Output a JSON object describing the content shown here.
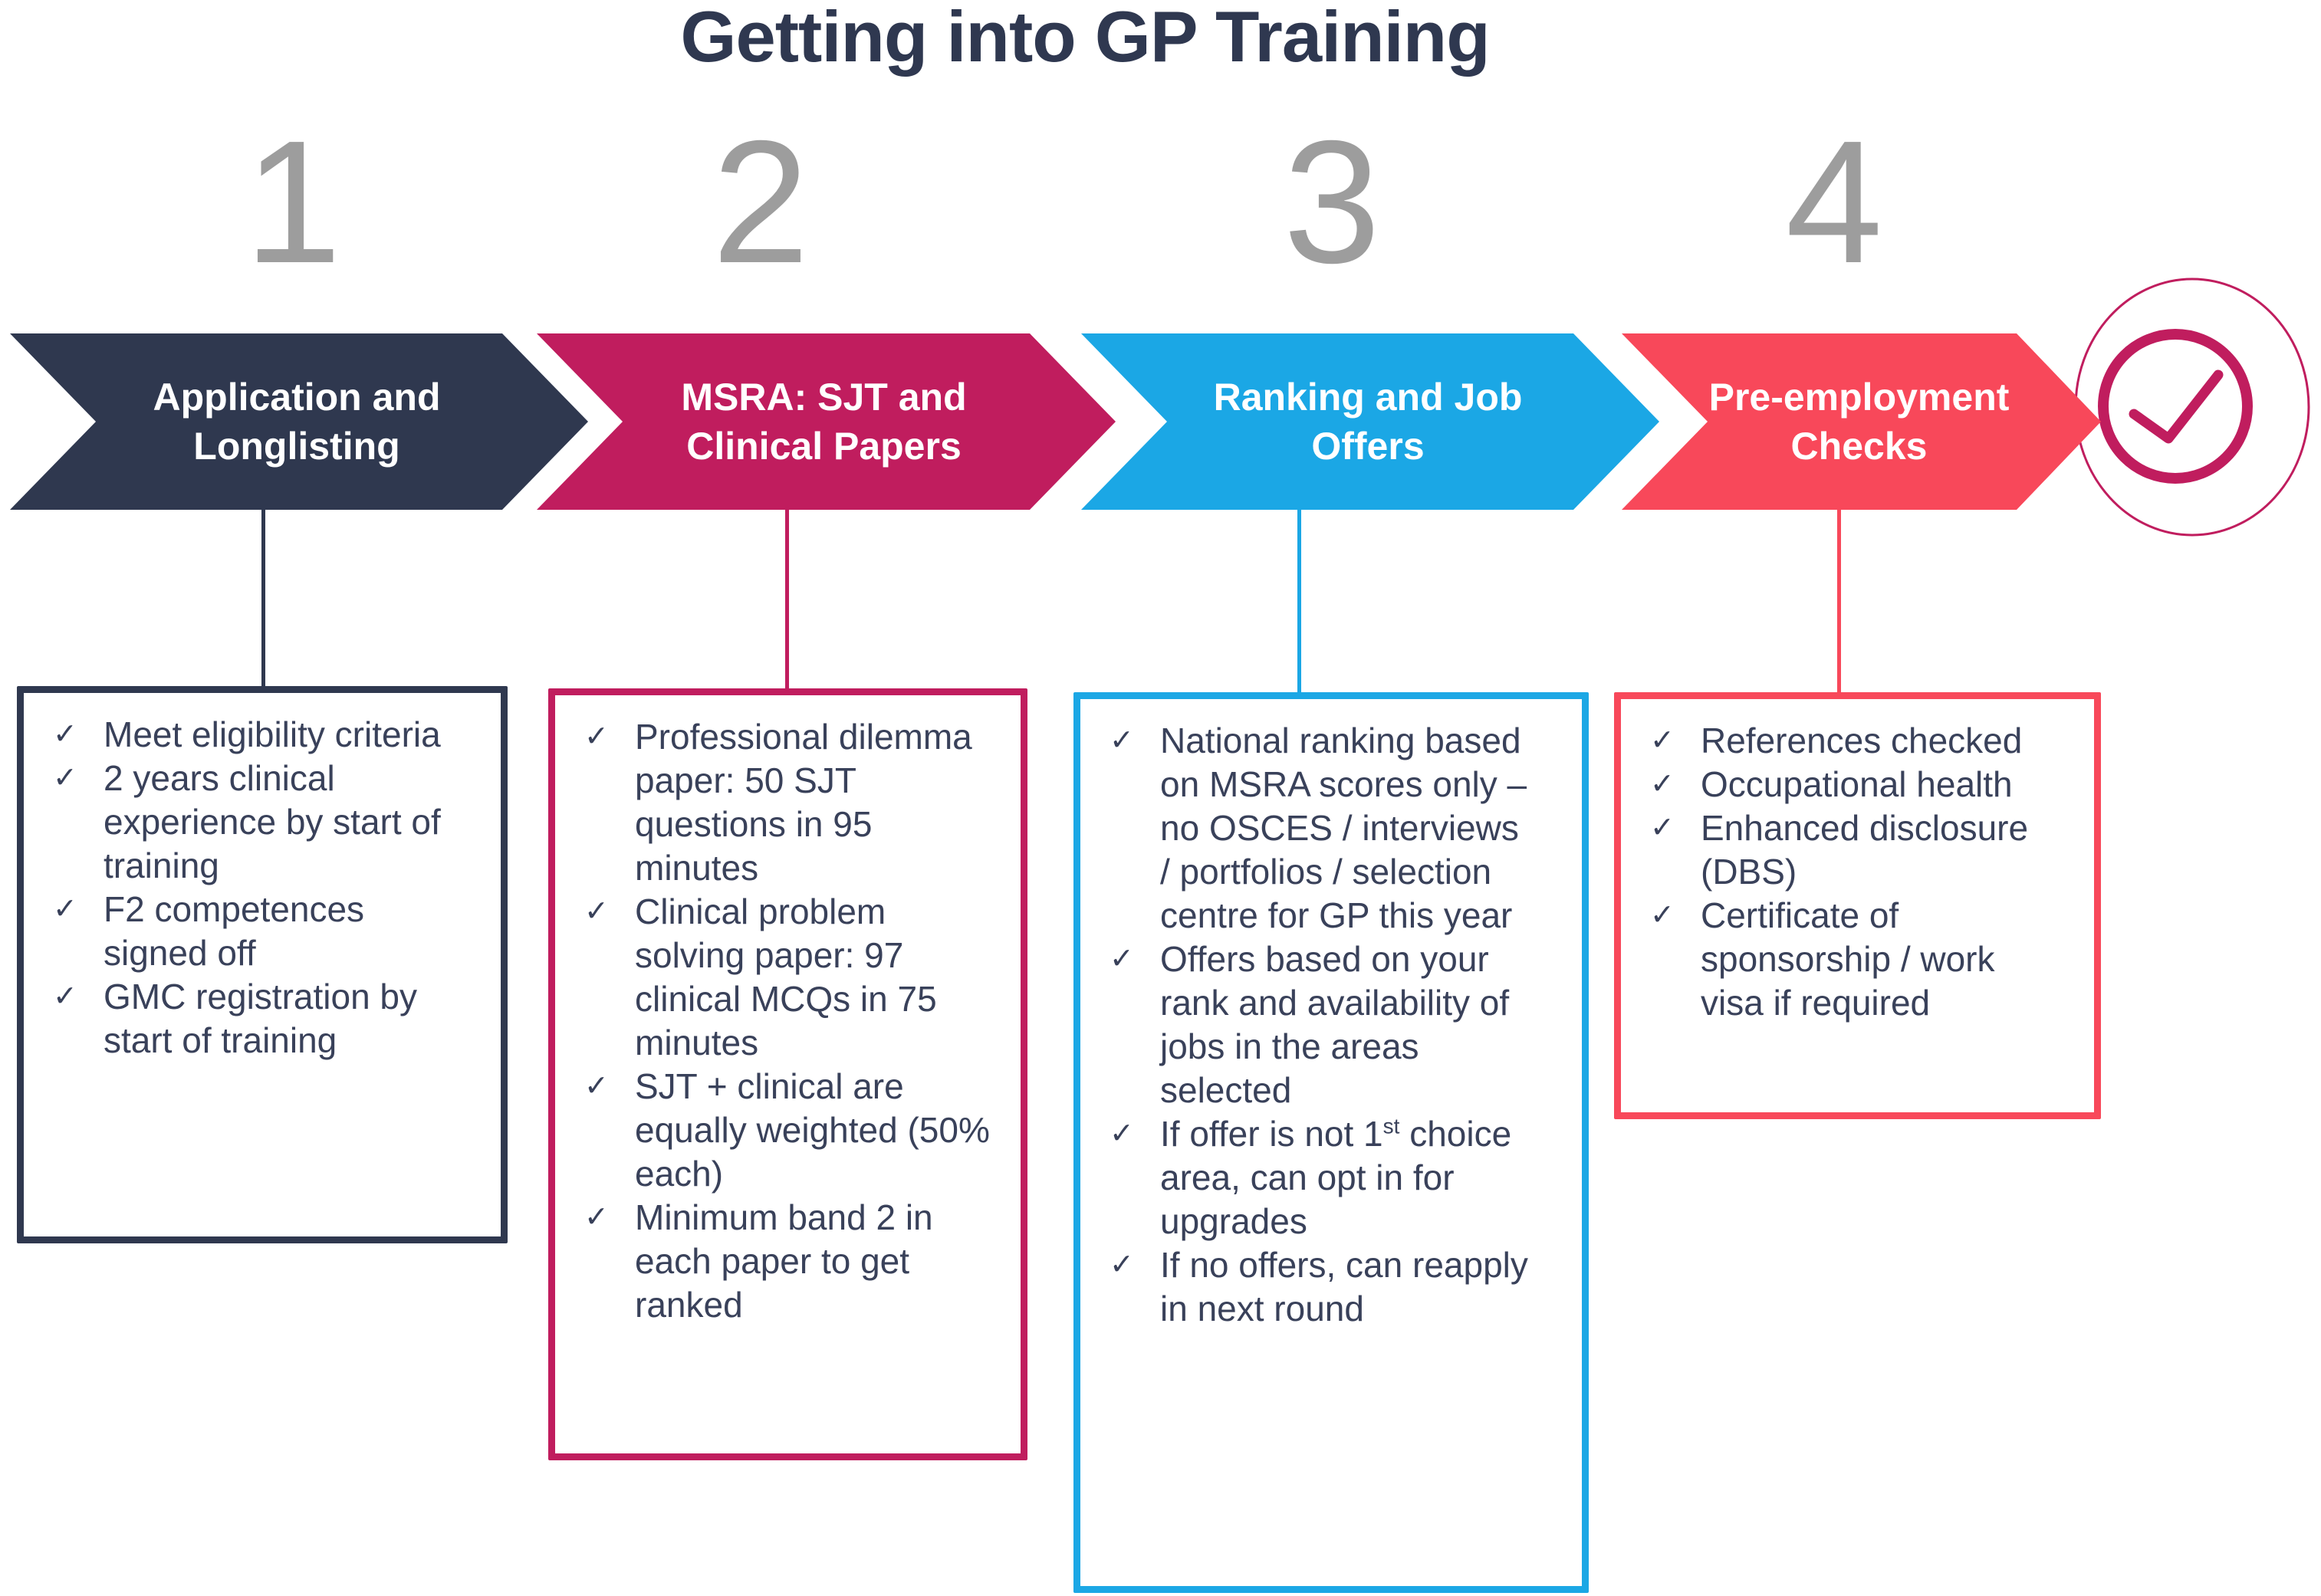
{
  "title": "Getting into GP Training",
  "glyphs": {
    "check": "✓"
  },
  "number_color": "#9D9D9D",
  "badge": {
    "color": "#C01D5E",
    "meaning": "process-complete-checkmark"
  },
  "steps": [
    {
      "number": "1",
      "label": "Application and Longlisting",
      "color": "#2F384F",
      "items": [
        "Meet eligibility criteria",
        "2 years clinical experience by start of training",
        "F2 competences signed off",
        "GMC registration by start of training"
      ]
    },
    {
      "number": "2",
      "label": "MSRA: SJT and Clinical Papers",
      "color": "#C01D5E",
      "items": [
        "Professional dilemma paper: 50 SJT questions in 95 minutes",
        "Clinical problem solving paper: 97 clinical MCQs in 75 minutes",
        "SJT + clinical are equally weighted (50% each)",
        "Minimum band 2 in each paper to get ranked"
      ]
    },
    {
      "number": "3",
      "label": "Ranking and Job Offers",
      "color": "#1BA7E5",
      "items": [
        "National ranking based on MSRA scores only – no OSCES / interviews / portfolios / selection centre for GP this year",
        "Offers based on your rank and availability of jobs in the areas selected",
        {
          "pre": "If offer is not 1",
          "sup": "st",
          "post": " choice area, can opt in for upgrades"
        },
        "If no offers, can reapply in next round"
      ]
    },
    {
      "number": "4",
      "label": "Pre-employment Checks",
      "color": "#F8485A",
      "items": [
        "References checked",
        "Occupational health",
        "Enhanced disclosure (DBS)",
        "Certificate of sponsorship / work visa if required"
      ]
    }
  ]
}
